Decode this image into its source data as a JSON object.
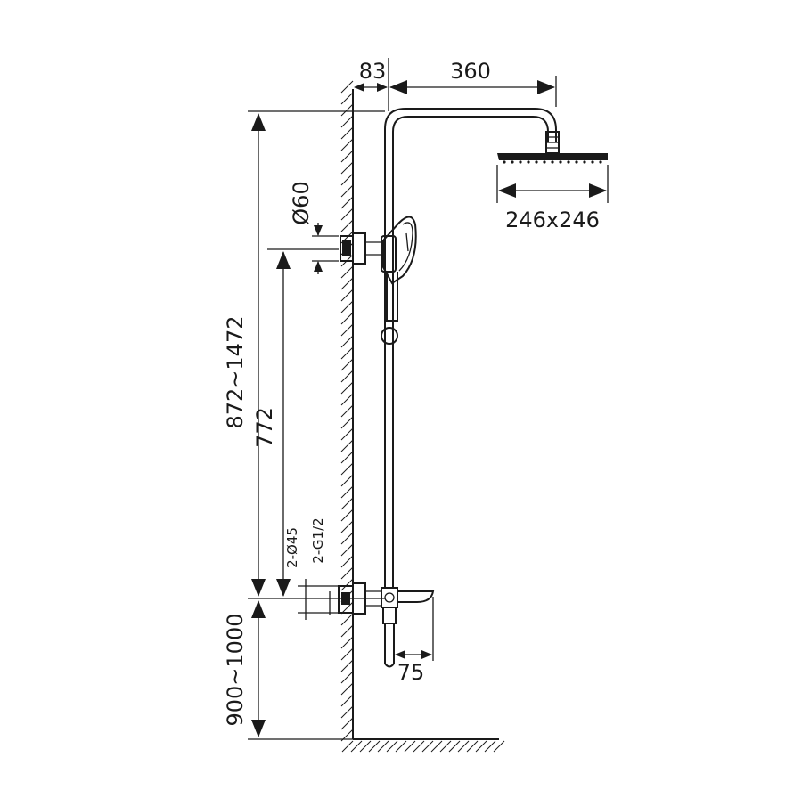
{
  "dimensions": {
    "wall_offset": "83",
    "arm_length": "360",
    "head_size": "246x246",
    "bracket_diameter": "Ø60",
    "total_height": "872~1472",
    "bracket_to_inlet": "772",
    "inlet_height": "900~1000",
    "inlet_flange": "2-Ø45",
    "inlet_thread": "2-G1/2",
    "spout_reach": "75"
  },
  "colors": {
    "ink": "#1a1a1a",
    "background": "#ffffff"
  }
}
